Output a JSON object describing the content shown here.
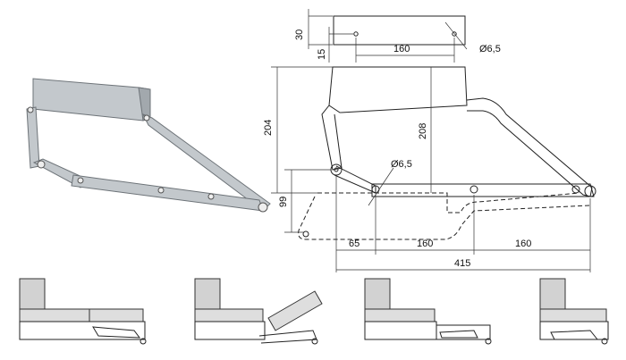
{
  "drawing": {
    "dimensions": {
      "d30": "30",
      "d15": "15",
      "d160_top": "160",
      "d65_top": "Ø6,5",
      "d204": "204",
      "d208": "208",
      "d65_mid": "Ø6,5",
      "d99": "99",
      "d65_bottom": "65",
      "d160_bottom_left": "160",
      "d160_bottom_right": "160",
      "d415": "415"
    }
  },
  "colors": {
    "metal": "#c3c8cc",
    "line": "#222222",
    "sofa": "#d2d2d2"
  }
}
